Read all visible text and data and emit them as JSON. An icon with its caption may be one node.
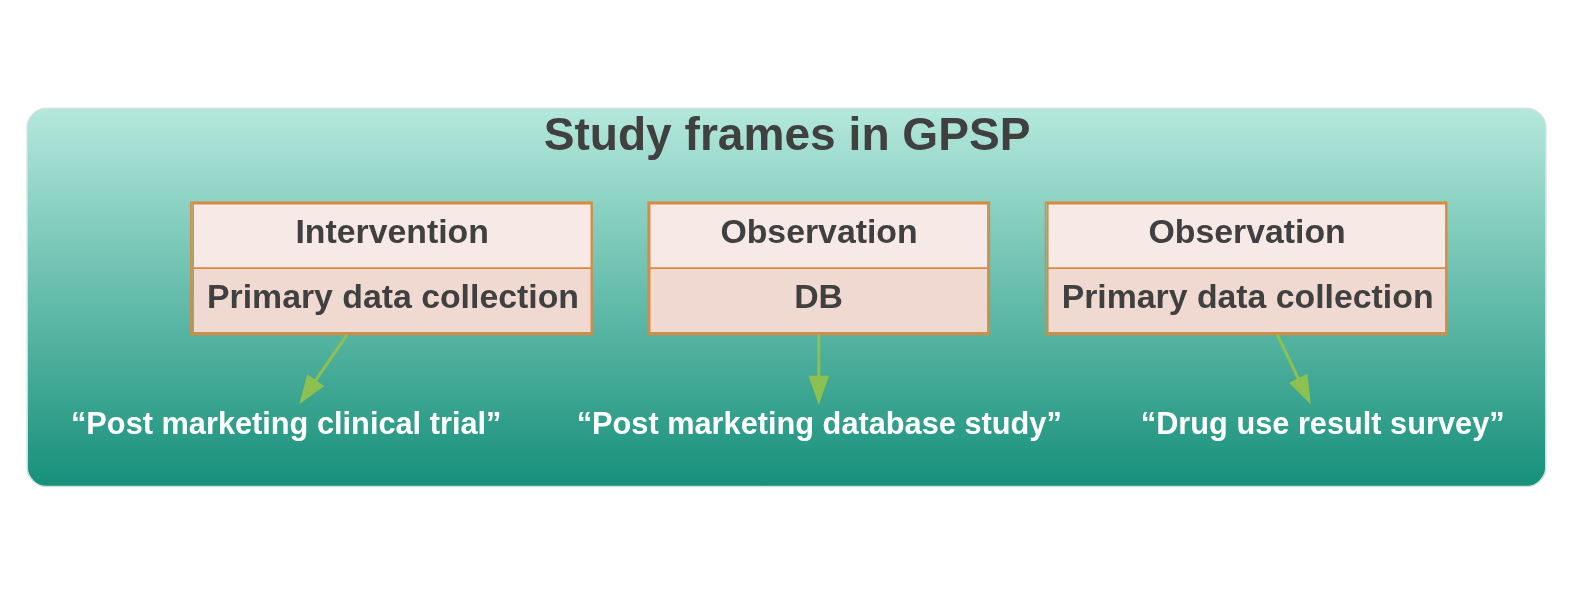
{
  "diagram": {
    "nodes": [
      {
        "text": [
          "Study frames in GPSP"
        ]
      },
      {
        "text": [
          "Intervention",
          "Primary data collection"
        ],
        "in": 0
      },
      {
        "text": [
          "“Post marketing clinical trial”"
        ],
        "in": 0
      },
      {
        "text": [
          "Observation",
          "DB"
        ],
        "in": 0
      },
      {
        "text": [
          "“Post marketing database study”"
        ],
        "in": 0
      },
      {
        "text": [
          "Observation",
          "Primary data collection"
        ],
        "in": 0
      },
      {
        "text": [
          "“Drug use result survey”"
        ],
        "in": 0
      }
    ],
    "edges": [
      {
        "from": 1,
        "to": 2,
        "arrow": "to"
      },
      {
        "from": 3,
        "to": 4,
        "arrow": "to"
      },
      {
        "from": 5,
        "to": 6,
        "arrow": "to"
      }
    ]
  }
}
